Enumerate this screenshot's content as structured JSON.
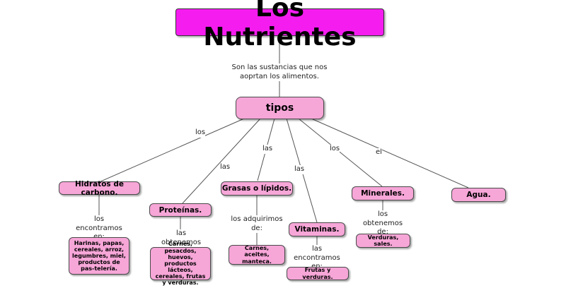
{
  "title": "Los Nutrientes",
  "intro_link": "Son las sustancias que nos aoprtan los alimentos.",
  "center": "tipos",
  "categories": {
    "hidratos": {
      "name": "Hidratos de carbono.",
      "link_from_center": "los",
      "link_to_example": "los encontramos en:",
      "examples": "Harinas, papas, cereales, arroz, legumbres, miel, productos de pas-telería."
    },
    "proteinas": {
      "name": "Proteínas.",
      "link_from_center": "las",
      "link_to_example": "las obtenemos de:",
      "examples": "Carnes, pesacdos, huevos, productos lácteos, cereales, frutas y verduras."
    },
    "grasas": {
      "name": "Grasas o lípidos.",
      "link_from_center": "las",
      "link_to_example": "los adquirimos de:",
      "examples": "Carnes, aceites, manteca."
    },
    "vitaminas": {
      "name": "Vitaminas.",
      "link_from_center": "las",
      "link_to_example": "las encontramos en:",
      "examples": "Frutas y verduras."
    },
    "minerales": {
      "name": "Minerales.",
      "link_from_center": "los",
      "link_to_example": "los obtenemos de:",
      "examples": "Verduras, sales."
    },
    "agua": {
      "name": "Agua.",
      "link_from_center": "el"
    }
  },
  "colors": {
    "title_fill": "#f51cf0",
    "node_fill": "#f7a6d8",
    "line": "#555555"
  }
}
